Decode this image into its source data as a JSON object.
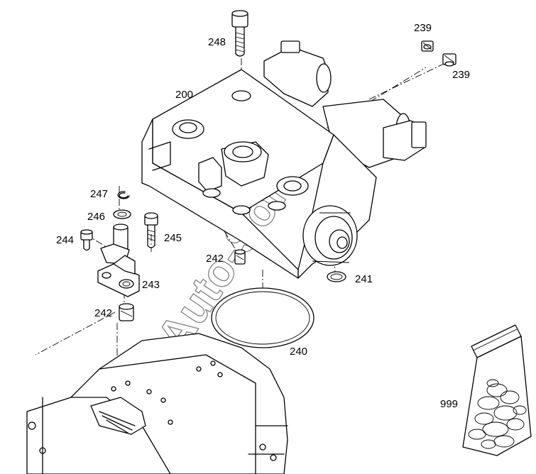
{
  "callouts": {
    "c248": "248",
    "c239a": "239",
    "c239b": "239",
    "c200": "200",
    "c247": "247",
    "c246": "246",
    "c245": "245",
    "c244": "244",
    "c242a": "242",
    "c243": "243",
    "c241": "241",
    "c242b": "242",
    "c240": "240",
    "c999": "999"
  },
  "watermark": "Auto-Soft"
}
